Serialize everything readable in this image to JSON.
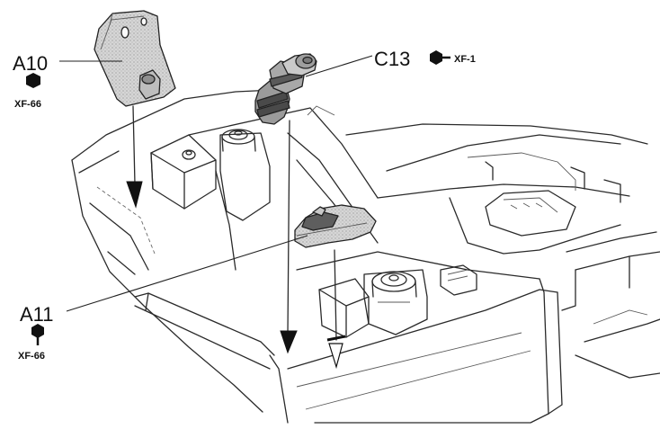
{
  "callouts": {
    "a10": {
      "label": "A10",
      "spec": "XF-66"
    },
    "a11": {
      "label": "A11",
      "spec": "XF-66"
    },
    "c13": {
      "label": "C13",
      "spec": "XF-1"
    }
  },
  "icons": {
    "a10_symbol": "hexagon-icon",
    "a11_symbol": "hex-stem-icon",
    "c13_symbol": "hex-arrow-icon"
  },
  "colors": {
    "ink": "#2a2a2a",
    "part_fill": "#d8d8d8",
    "part_shade": "#a0a0a0",
    "background": "#ffffff"
  }
}
